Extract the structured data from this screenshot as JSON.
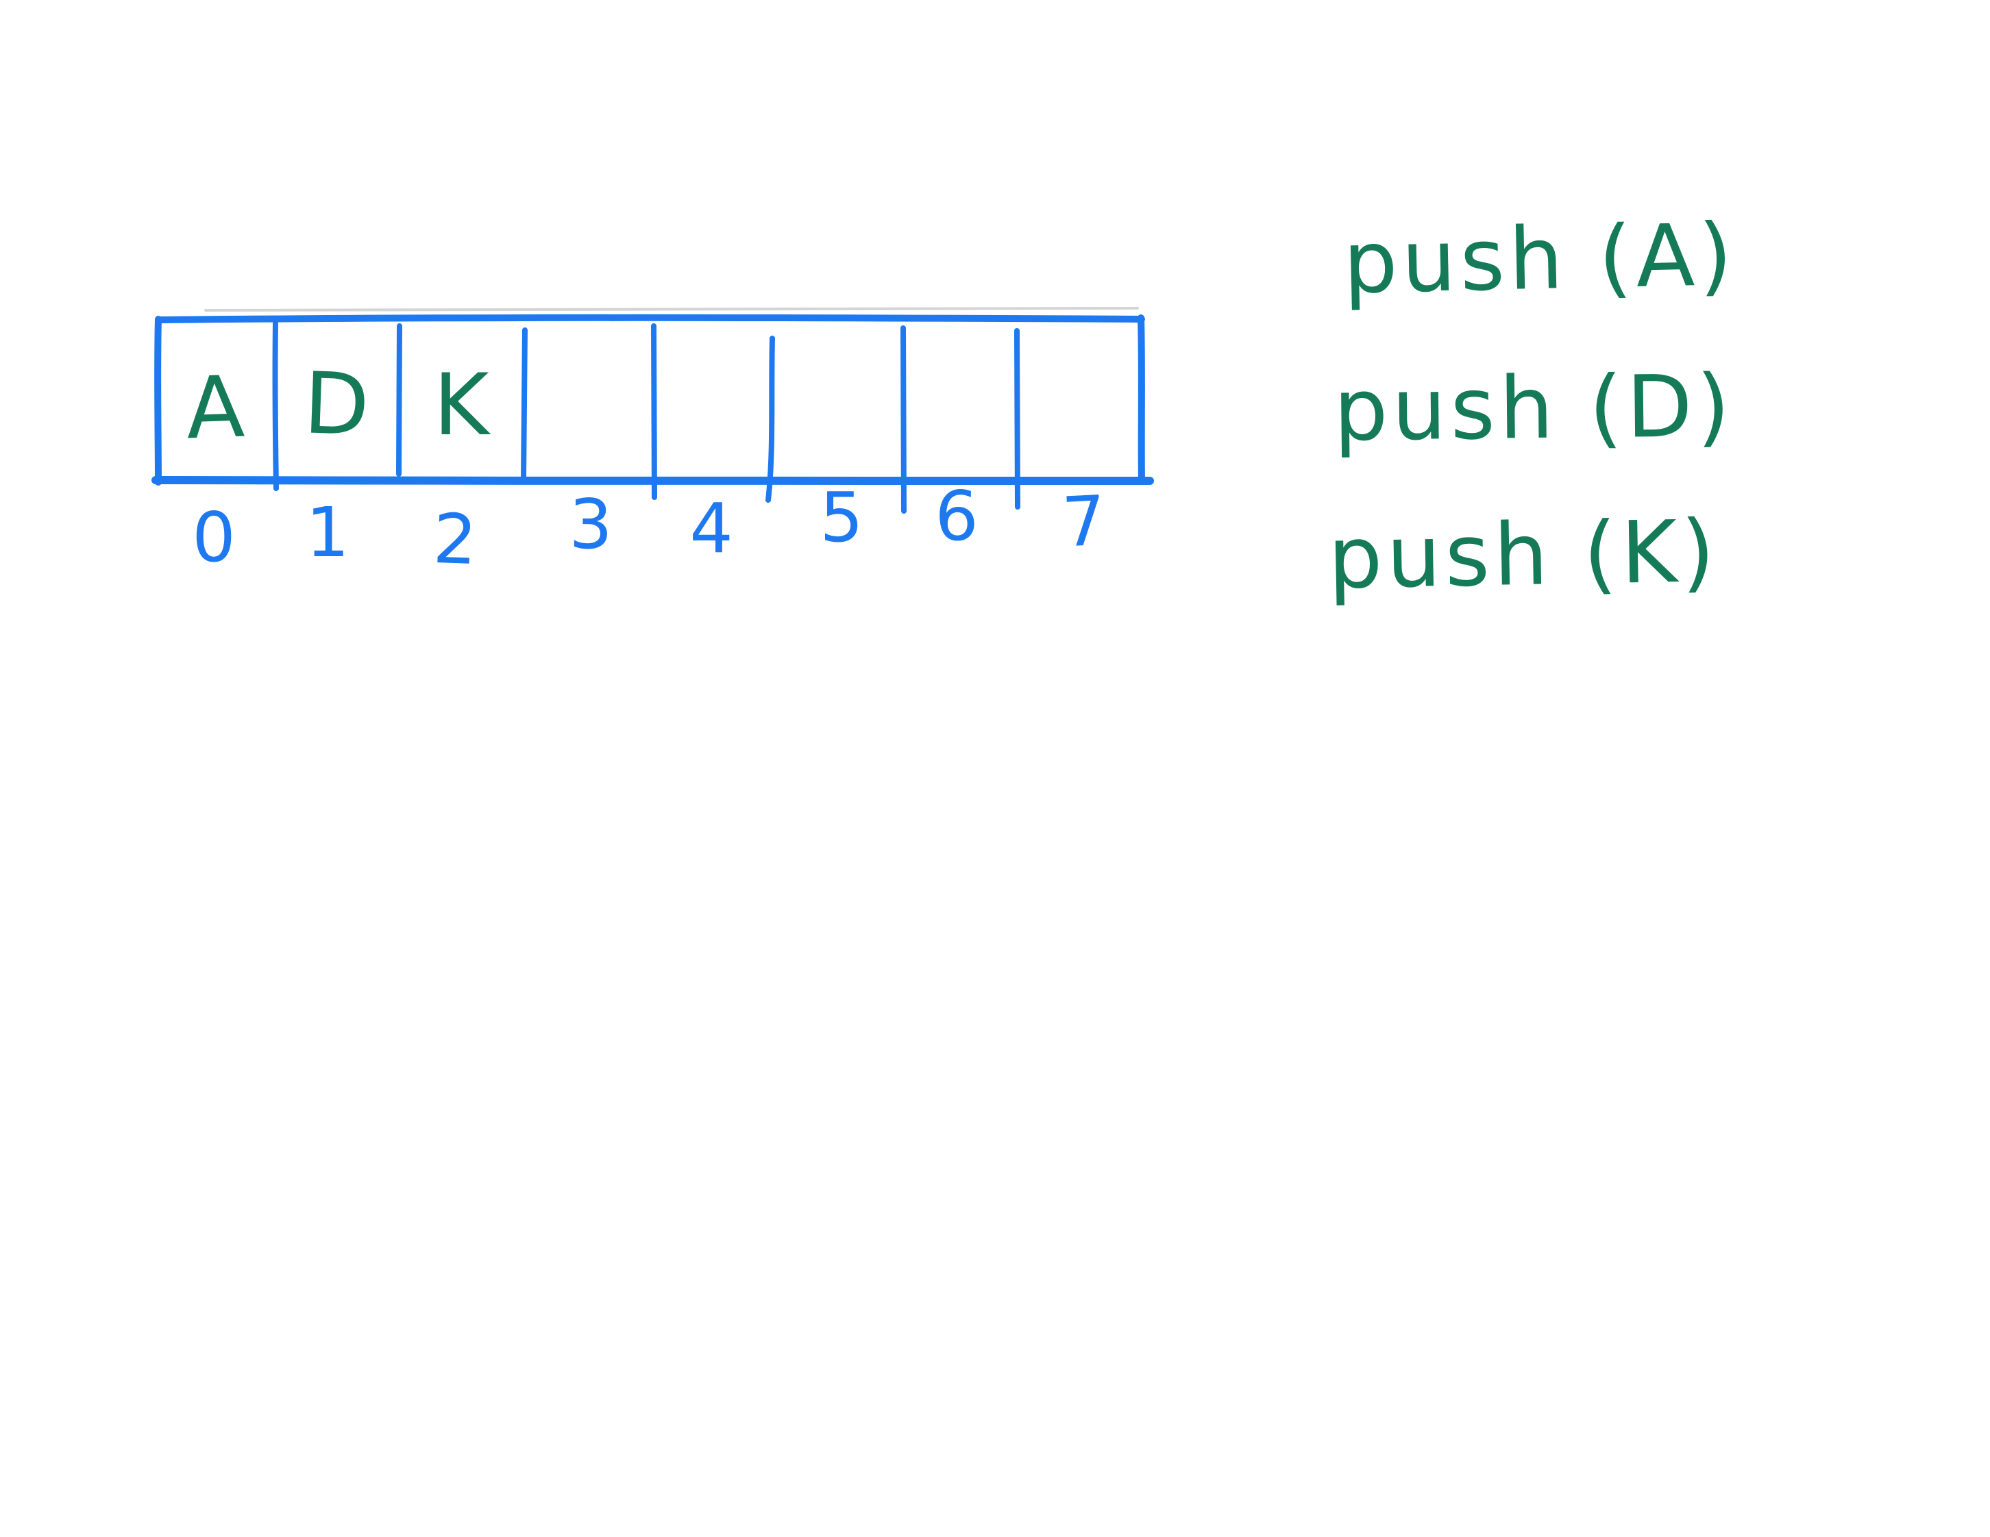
{
  "canvas": {
    "background": "#ffffff"
  },
  "colors": {
    "pen_blue": "#1e79f0",
    "pen_green": "#157a58",
    "faint_gray": "#c9c9c9"
  },
  "array_diagram": {
    "cells": [
      {
        "index": "0",
        "value": "A"
      },
      {
        "index": "1",
        "value": "D"
      },
      {
        "index": "2",
        "value": "K"
      },
      {
        "index": "3",
        "value": ""
      },
      {
        "index": "4",
        "value": ""
      },
      {
        "index": "5",
        "value": ""
      },
      {
        "index": "6",
        "value": ""
      },
      {
        "index": "7",
        "value": ""
      }
    ]
  },
  "operations": [
    {
      "label": "push (A)"
    },
    {
      "label": "push (D)"
    },
    {
      "label": "push (K)"
    }
  ]
}
